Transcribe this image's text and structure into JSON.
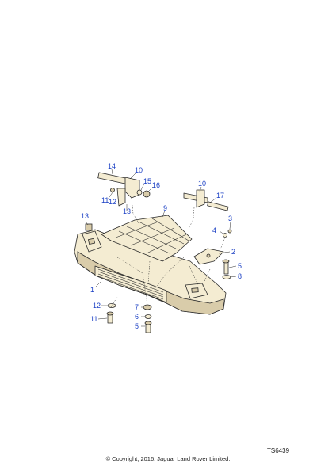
{
  "diagram": {
    "reference": "TS6439",
    "copyright": "© Copyright, 2016. Jaguar Land Rover Limited.",
    "callouts": [
      "1",
      "2",
      "3",
      "4",
      "5",
      "5",
      "6",
      "7",
      "8",
      "9",
      "10",
      "10",
      "11",
      "11",
      "12",
      "12",
      "13",
      "13",
      "14",
      "15",
      "16",
      "17"
    ],
    "colors": {
      "callout": "#1a3fc4",
      "line": "#2a2a2a",
      "fill": "#f4ecd2"
    }
  }
}
